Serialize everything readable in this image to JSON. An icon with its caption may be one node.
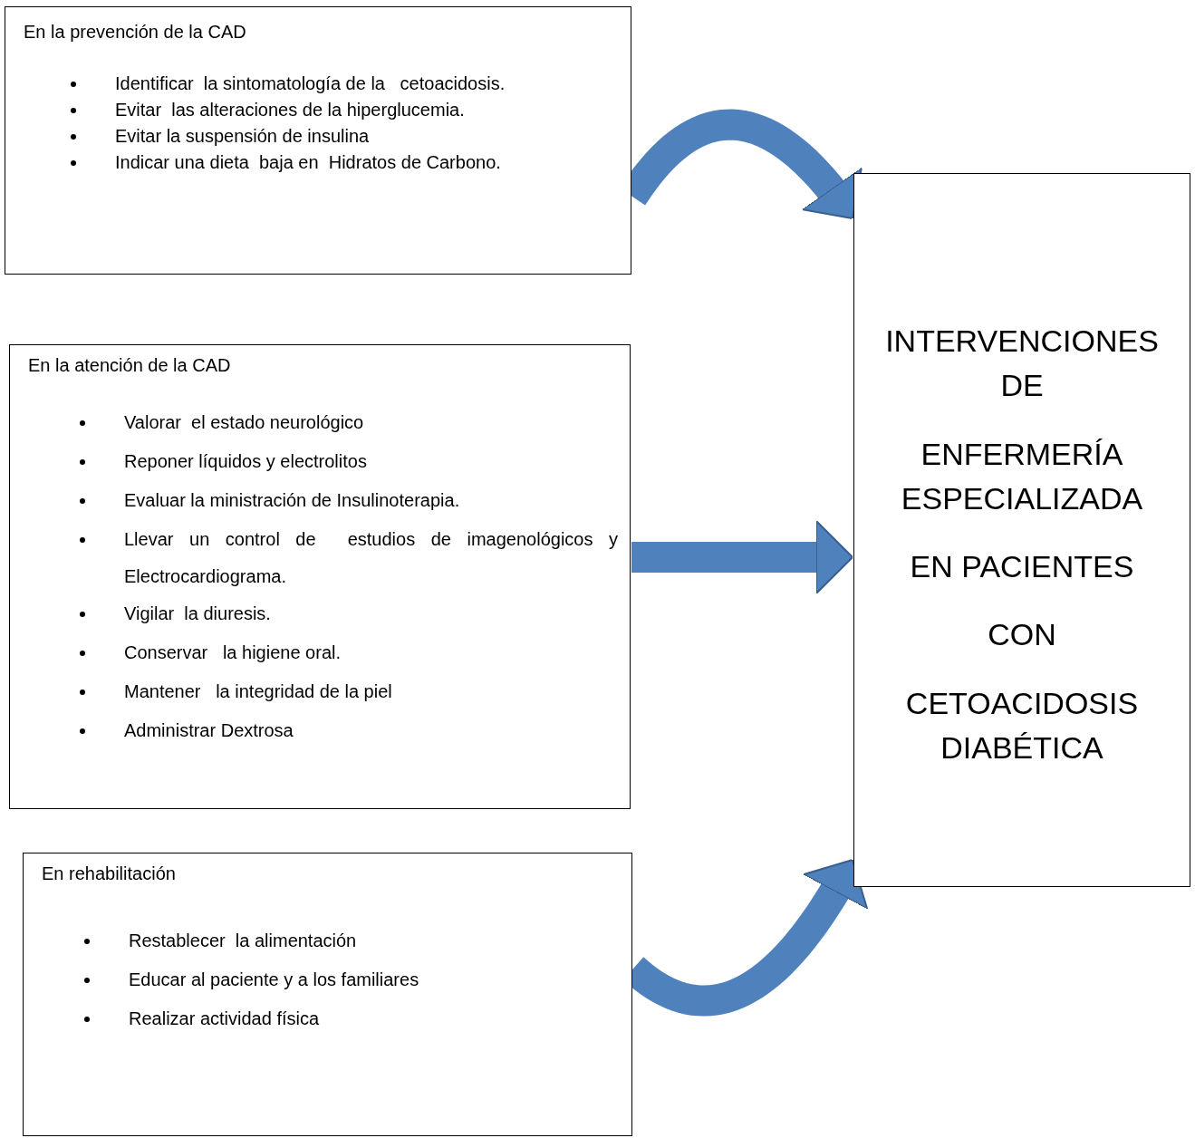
{
  "diagram": {
    "nodes": [
      {
        "text": [
          "En la prevención de la CAD",
          "Identificar  la sintomatología de la   cetoacidosis.",
          "Evitar  las alteraciones de la hiperglucemia.",
          "Evitar la suspensión de insulina",
          "Indicar una dieta  baja en  Hidratos de Carbono."
        ]
      },
      {
        "text": [
          "En la atención de la CAD",
          "Valorar  el estado neurológico",
          "Reponer líquidos y electrolitos",
          "Evaluar la ministración de Insulinoterapia.",
          "Llevar un control de  estudios de imagenológicos y Electrocardiograma.",
          "Vigilar  la diuresis.",
          "Conservar   la higiene oral.",
          "Mantener   la integridad de la piel",
          "Administrar Dextrosa"
        ]
      },
      {
        "text": [
          "En rehabilitación",
          "Restablecer  la alimentación",
          "Educar al paciente y a los familiares",
          "Realizar actividad física"
        ]
      },
      {
        "text": [
          "INTERVENCIONES DE",
          "ENFERMERÍA ESPECIALIZADA",
          "EN PACIENTES",
          "CON",
          "CETOACIDOSIS DIABÉTICA"
        ]
      }
    ],
    "edges": [
      {
        "from": 0,
        "to": 3,
        "arrow": "to"
      },
      {
        "from": 1,
        "to": 3,
        "arrow": "to"
      },
      {
        "from": 2,
        "to": 3,
        "arrow": "to"
      }
    ]
  }
}
